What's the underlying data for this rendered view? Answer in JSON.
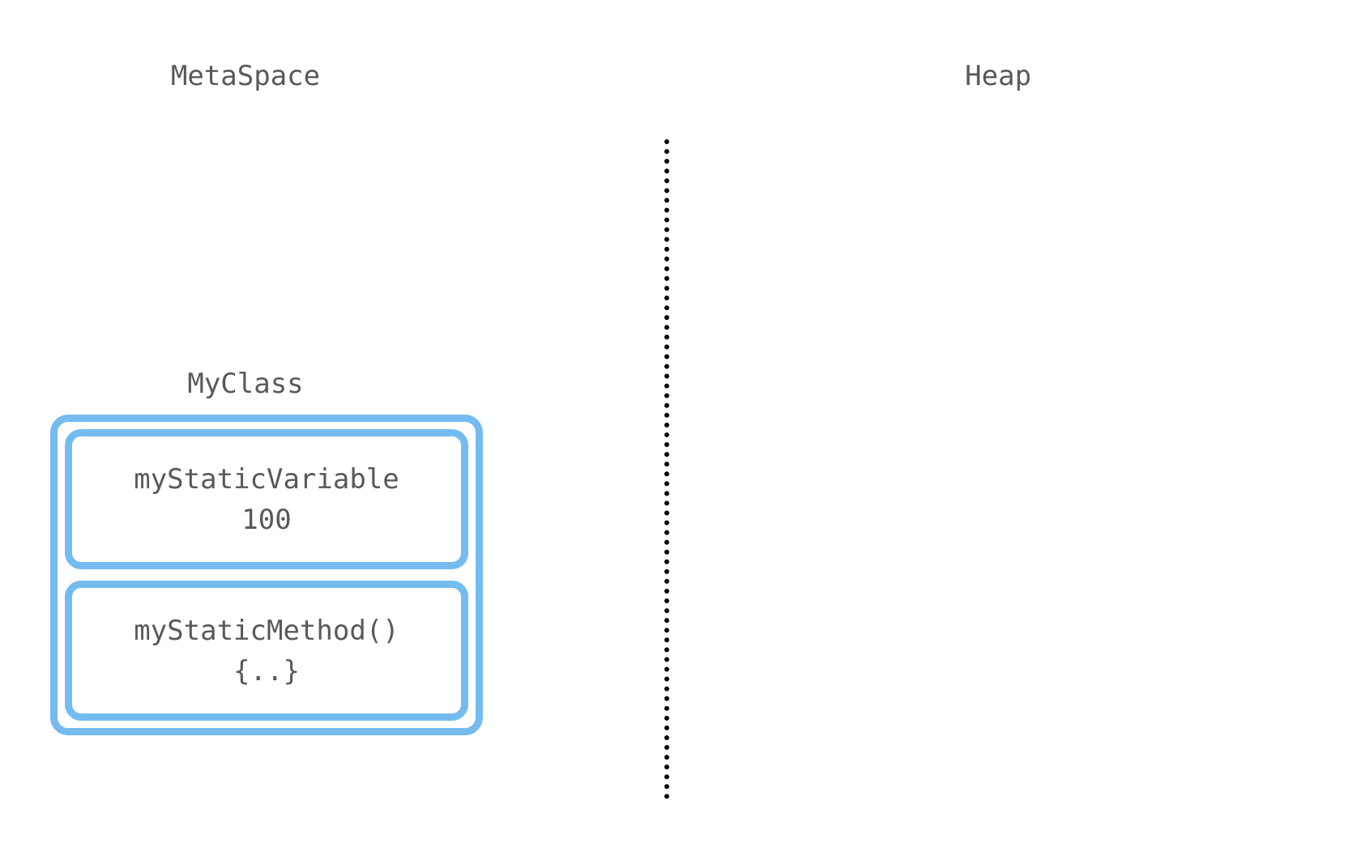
{
  "diagram": {
    "type": "jvm-memory-diagram",
    "background_color": "#ffffff",
    "text_color": "#595959",
    "accent_color": "#74bcf0",
    "divider_color": "#000000",
    "regions": {
      "metaspace": {
        "title": "MetaSpace",
        "class_block": {
          "label": "MyClass",
          "members": [
            {
              "name": "myStaticVariable",
              "value": "100",
              "kind": "static-field"
            },
            {
              "name": "myStaticMethod()",
              "value": "{..}",
              "kind": "static-method"
            }
          ]
        }
      },
      "heap": {
        "title": "Heap",
        "contents": []
      }
    }
  }
}
